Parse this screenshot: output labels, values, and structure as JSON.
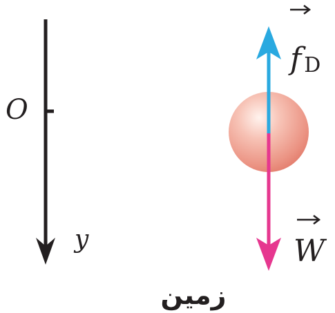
{
  "axis": {
    "origin_label": "O",
    "direction_label": "y"
  },
  "forces": {
    "drag": {
      "symbol": "f",
      "subscript": "D",
      "color": "#29a9e0"
    },
    "weight": {
      "symbol": "W",
      "color": "#e6378f"
    }
  },
  "ground_label": "زمین",
  "colors": {
    "axis": "#231f20",
    "ball_light": "#fde5dc",
    "ball_mid": "#f2a79a",
    "ball_dark": "#e27a6a"
  }
}
